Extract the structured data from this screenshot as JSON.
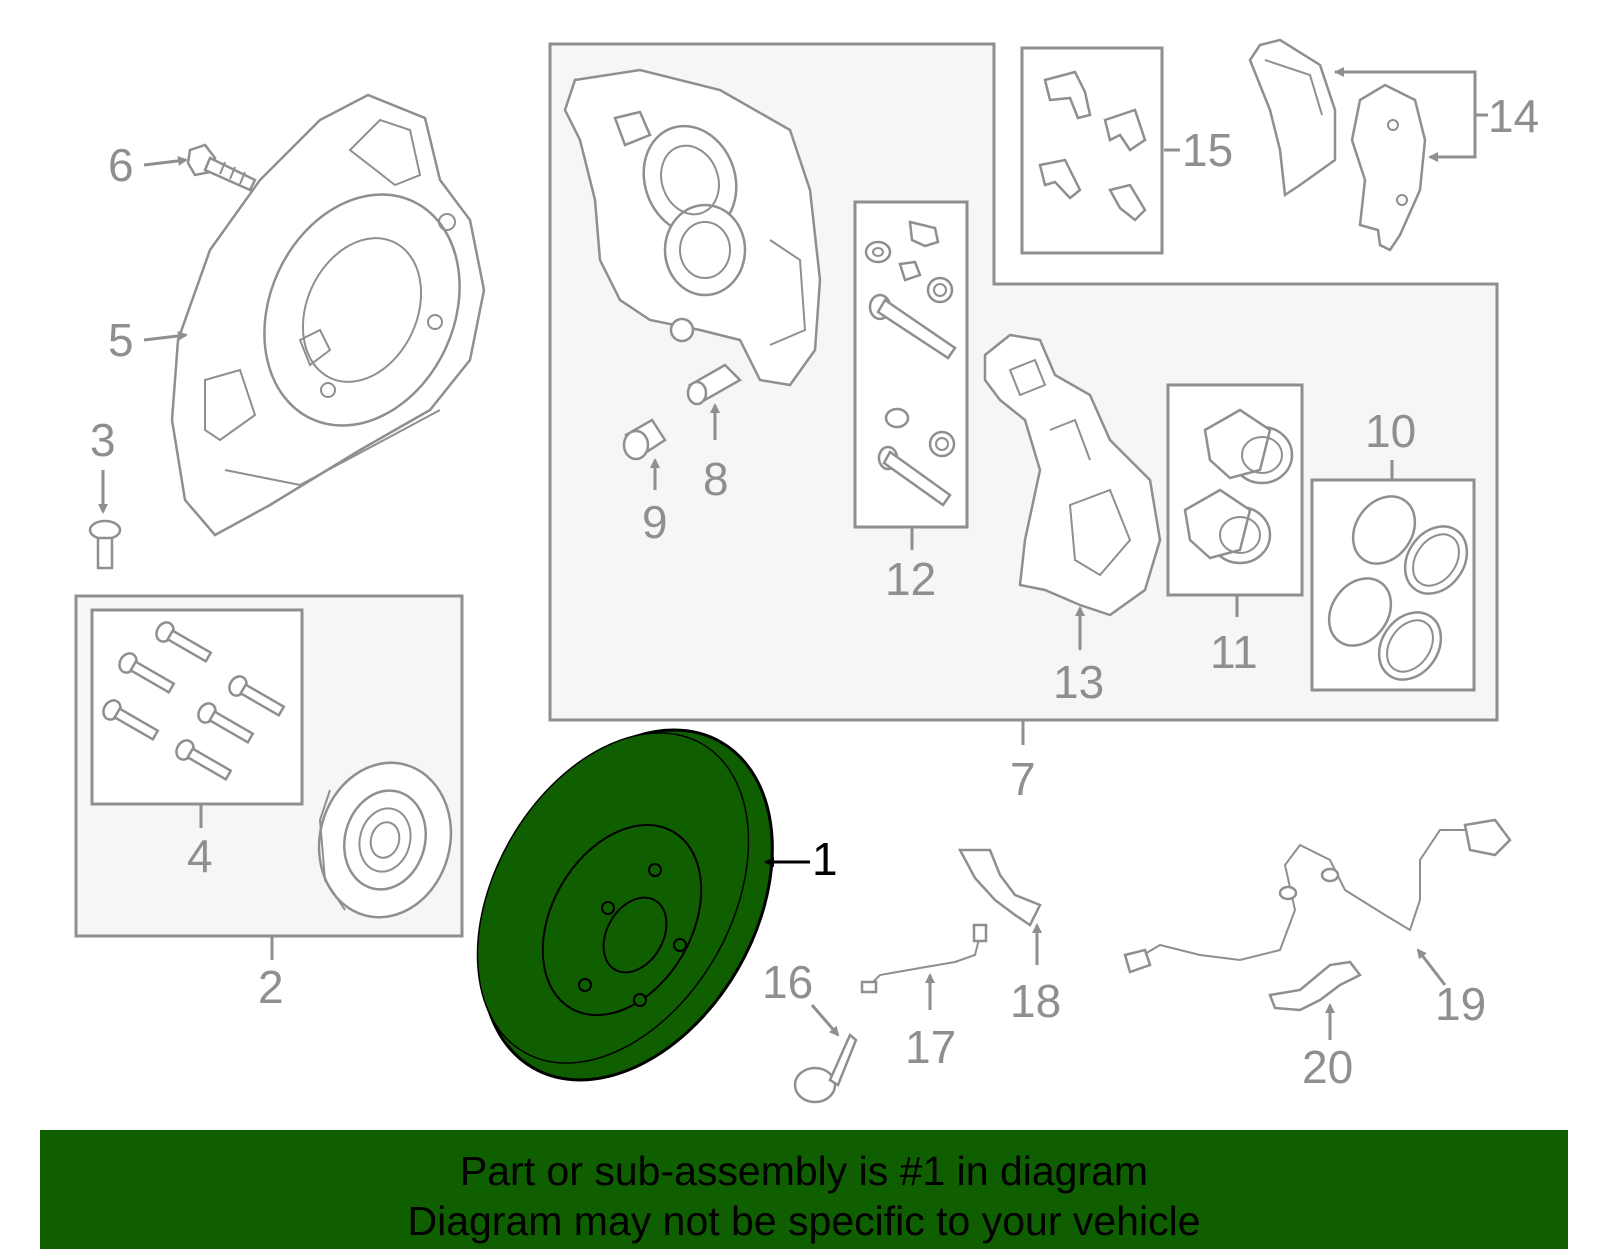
{
  "callouts": {
    "c1": "1",
    "c2": "2",
    "c3": "3",
    "c4": "4",
    "c5": "5",
    "c6": "6",
    "c7": "7",
    "c8": "8",
    "c9": "9",
    "c10": "10",
    "c11": "11",
    "c12": "12",
    "c13": "13",
    "c14": "14",
    "c15": "15",
    "c16": "16",
    "c17": "17",
    "c18": "18",
    "c19": "19",
    "c20": "20"
  },
  "highlighted_part": "1",
  "colors": {
    "highlight": "#0f5f00",
    "line": "#8f8f8f",
    "box_fill": "#f6f6f6"
  },
  "banner": {
    "line1": "Part or sub-assembly is #1 in diagram",
    "line2": "Diagram may not be specific to your vehicle"
  }
}
